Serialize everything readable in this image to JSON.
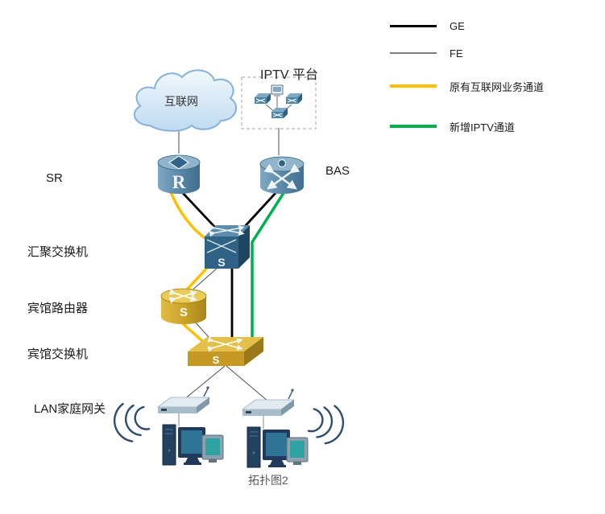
{
  "legend": {
    "items": [
      {
        "id": "ge",
        "label": "GE"
      },
      {
        "id": "fe",
        "label": "FE"
      },
      {
        "id": "legacy",
        "label": "原有互联网业务通道"
      },
      {
        "id": "iptv",
        "label": "新增IPTV通道"
      }
    ]
  },
  "labels": {
    "internet_cloud": "互联网",
    "iptv_platform": "IPTV 平台",
    "sr": "SR",
    "bas": "BAS",
    "aggregation_switch": "汇聚交换机",
    "hotel_router": "宾馆路由器",
    "hotel_switch": "宾馆交换机",
    "lan_gateway": "LAN家庭网关",
    "caption": "拓扑图2"
  },
  "device_glyphs": {
    "sr_letter": "R",
    "agg_switch_letter": "S",
    "hotel_router_letter": "S",
    "hotel_switch_letter": "S"
  },
  "colors": {
    "ge_line": "#000000",
    "fe_line": "#7F7F7F",
    "legacy_channel": "#FFC000",
    "iptv_channel": "#00B050",
    "device_blue": "#54819F",
    "device_dark_blue": "#2F6285",
    "device_gold": "#C9A227",
    "cloud_fill": "#CFE3F5",
    "wifi_wave": "#2E4C6E"
  }
}
